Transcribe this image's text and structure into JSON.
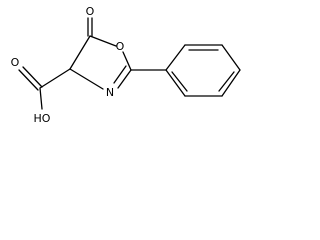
{
  "molecule": {
    "atoms": {
      "ring_carbonyl_oxygen": "O",
      "ring_oxygen": "O",
      "ring_nitrogen": "N",
      "hydroxyl": "HO",
      "acid_carbonyl_oxygen": "O"
    }
  }
}
